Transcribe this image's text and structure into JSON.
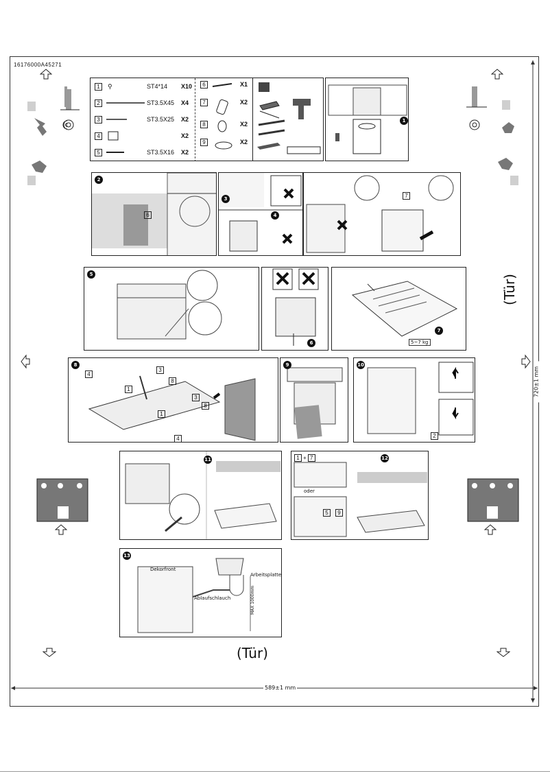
{
  "doc_code": "16176000A45271",
  "parts": [
    {
      "num": "1",
      "spec": "ST4*14",
      "qty": "X10"
    },
    {
      "num": "2",
      "spec": "ST3.5X45",
      "qty": "X4"
    },
    {
      "num": "3",
      "spec": "ST3.5X25",
      "qty": "X2"
    },
    {
      "num": "4",
      "spec": "",
      "qty": "X2"
    },
    {
      "num": "5",
      "spec": "ST3.5X16",
      "qty": "X2"
    }
  ],
  "parts_right": [
    {
      "num": "6",
      "qty": "X1"
    },
    {
      "num": "7",
      "qty": "X2"
    },
    {
      "num": "8",
      "qty": "X2"
    },
    {
      "num": "9",
      "qty": "X2"
    }
  ],
  "steps": [
    "1",
    "2",
    "3",
    "4",
    "5",
    "6",
    "7",
    "8",
    "9",
    "10",
    "11",
    "12",
    "13"
  ],
  "step_labels": {
    "s2_part": "6",
    "s5_weight": "5~7 kg",
    "s7_part": "7",
    "s8_parts": [
      "4",
      "1",
      "3",
      "8",
      "3",
      "8",
      "1",
      "4"
    ],
    "s10_part": "2",
    "s12_seq": [
      "1",
      "+",
      "7"
    ],
    "s12_oder": "oder",
    "s12_parts": [
      "5",
      "9"
    ],
    "s13_dekorfront": "Dekorfront",
    "s13_arbeitsplatte": "Arbeitsplatte",
    "s13_ablaufschlauch": "Ablaufschlauch",
    "s13_max": "MAX 1000mm"
  },
  "dimensions": {
    "height": "720±1 mm",
    "width": "589±1 mm"
  },
  "tur_side": "(Tür)",
  "tur_bottom": "(Tür)",
  "icons": [
    "up-arrow-icon",
    "down-arrow-icon",
    "left-arrow-icon",
    "right-arrow-icon",
    "drill-icon",
    "screwdriver-icon",
    "pliers-icon",
    "tape-measure-icon",
    "level-icon",
    "wrench-icon"
  ]
}
